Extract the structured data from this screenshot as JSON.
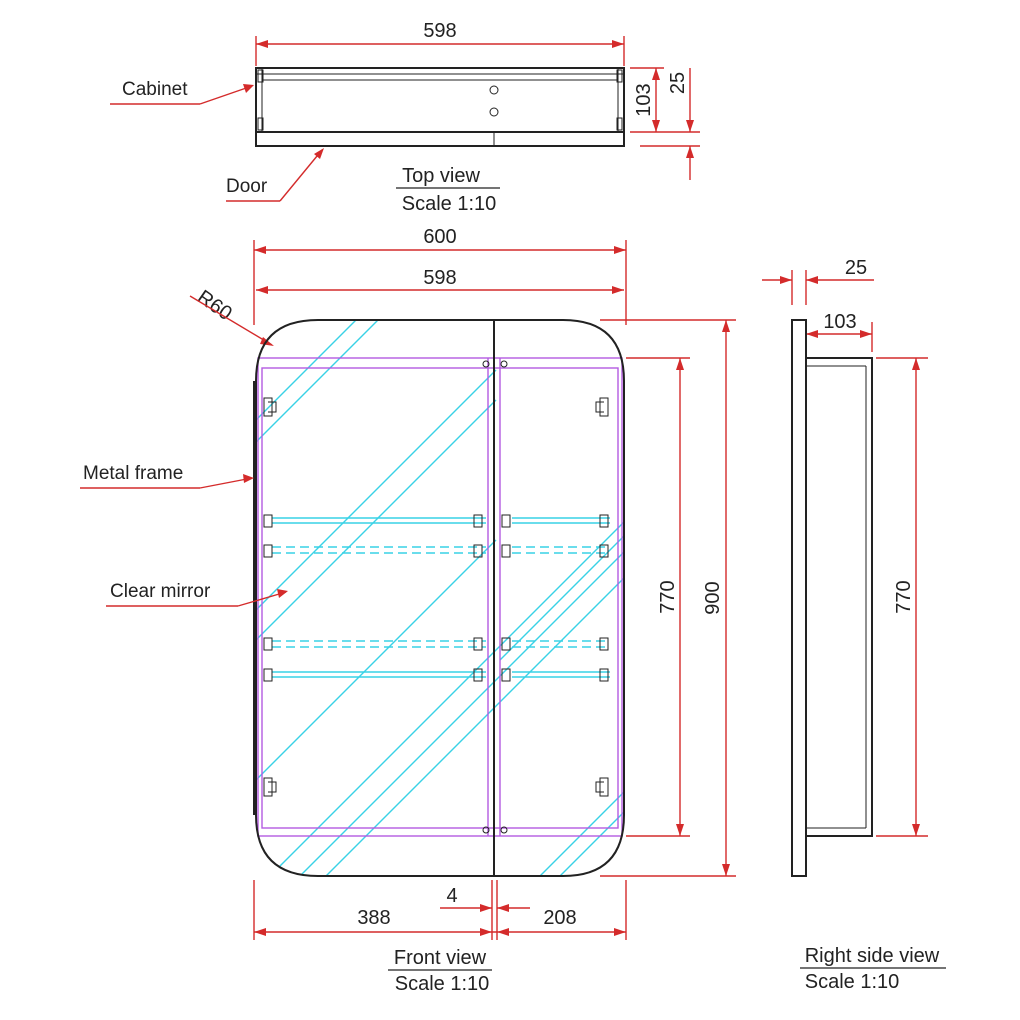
{
  "top_view": {
    "width_label": "598",
    "depth_label": "103",
    "door_label": "25",
    "cabinet_label": "Cabinet",
    "door_callout": "Door",
    "title": "Top view",
    "scale": "Scale 1:10"
  },
  "front_view": {
    "overall_width": "600",
    "inner_width": "598",
    "radius": "R60",
    "metal_frame": "Metal frame",
    "clear_mirror": "Clear mirror",
    "inner_height": "770",
    "overall_height": "900",
    "gap": "4",
    "left_door": "388",
    "right_door": "208",
    "title": "Front view",
    "scale": "Scale 1:10"
  },
  "side_view": {
    "door_thickness": "25",
    "depth": "103",
    "height": "770",
    "title": "Right side view",
    "scale": "Scale 1:10"
  },
  "colors": {
    "dimension": "#d42b2b",
    "mirror_hatch": "#39d2e6",
    "frame": "#b45be0",
    "outline": "#222222"
  }
}
